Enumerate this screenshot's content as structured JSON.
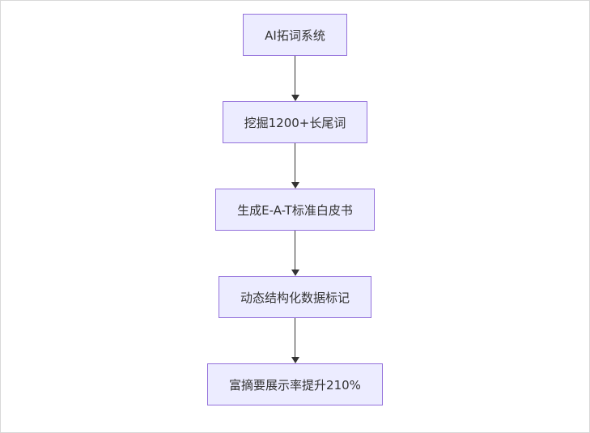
{
  "diagram": {
    "type": "flowchart",
    "direction": "top-down",
    "nodes": [
      {
        "id": "n1",
        "label": "AI拓词系统"
      },
      {
        "id": "n2",
        "label": "挖掘1200+长尾词"
      },
      {
        "id": "n3",
        "label": "生成E-A-T标准白皮书"
      },
      {
        "id": "n4",
        "label": "动态结构化数据标记"
      },
      {
        "id": "n5",
        "label": "富摘要展示率提升210%"
      }
    ],
    "edges": [
      {
        "from": "n1",
        "to": "n2"
      },
      {
        "from": "n2",
        "to": "n3"
      },
      {
        "from": "n3",
        "to": "n4"
      },
      {
        "from": "n4",
        "to": "n5"
      }
    ],
    "colors": {
      "node_fill": "#ececff",
      "node_border": "#9370db",
      "text": "#333333",
      "arrow": "#333333",
      "background": "#ffffff"
    }
  }
}
